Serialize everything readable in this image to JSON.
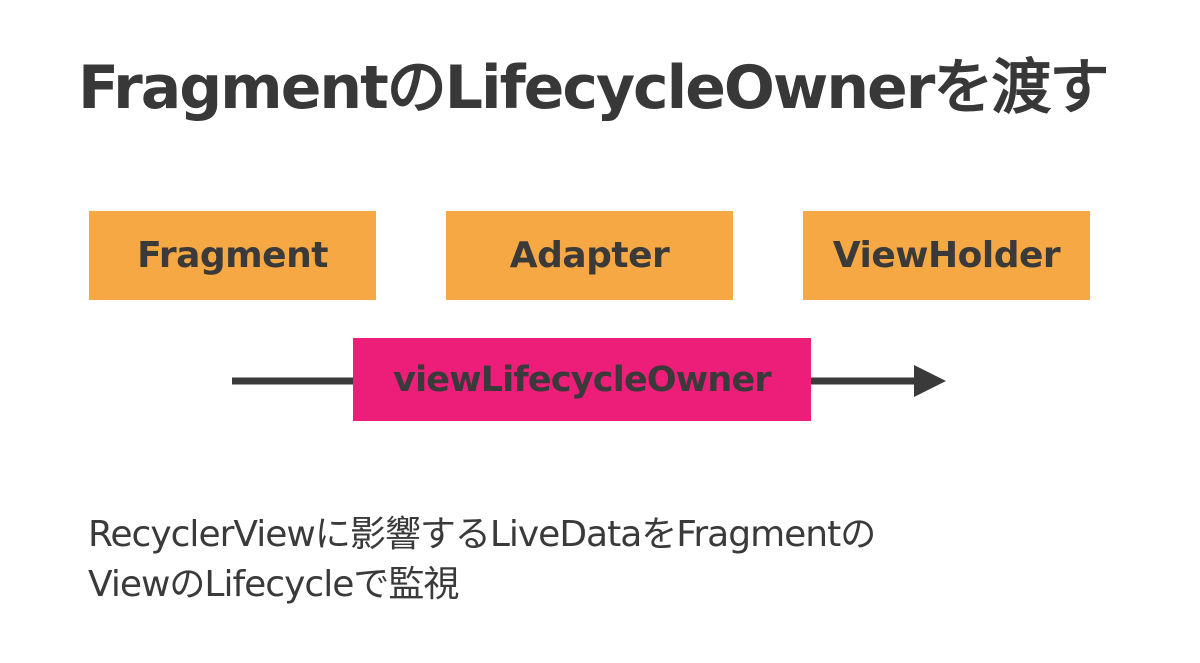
{
  "title": "FragmentのLifecycleOwnerを渡す",
  "boxes": {
    "fragment": "Fragment",
    "adapter": "Adapter",
    "viewholder": "ViewHolder"
  },
  "flow_label": "viewLifecycleOwner",
  "caption": {
    "line1": "RecyclerViewに影響するLiveDataをFragmentの",
    "line2": "ViewのLifecycleで監視"
  },
  "colors": {
    "box_fill": "#f5a843",
    "highlight_fill": "#ed1e79",
    "text": "#3a3a3a",
    "arrow": "#3a3a3a"
  }
}
